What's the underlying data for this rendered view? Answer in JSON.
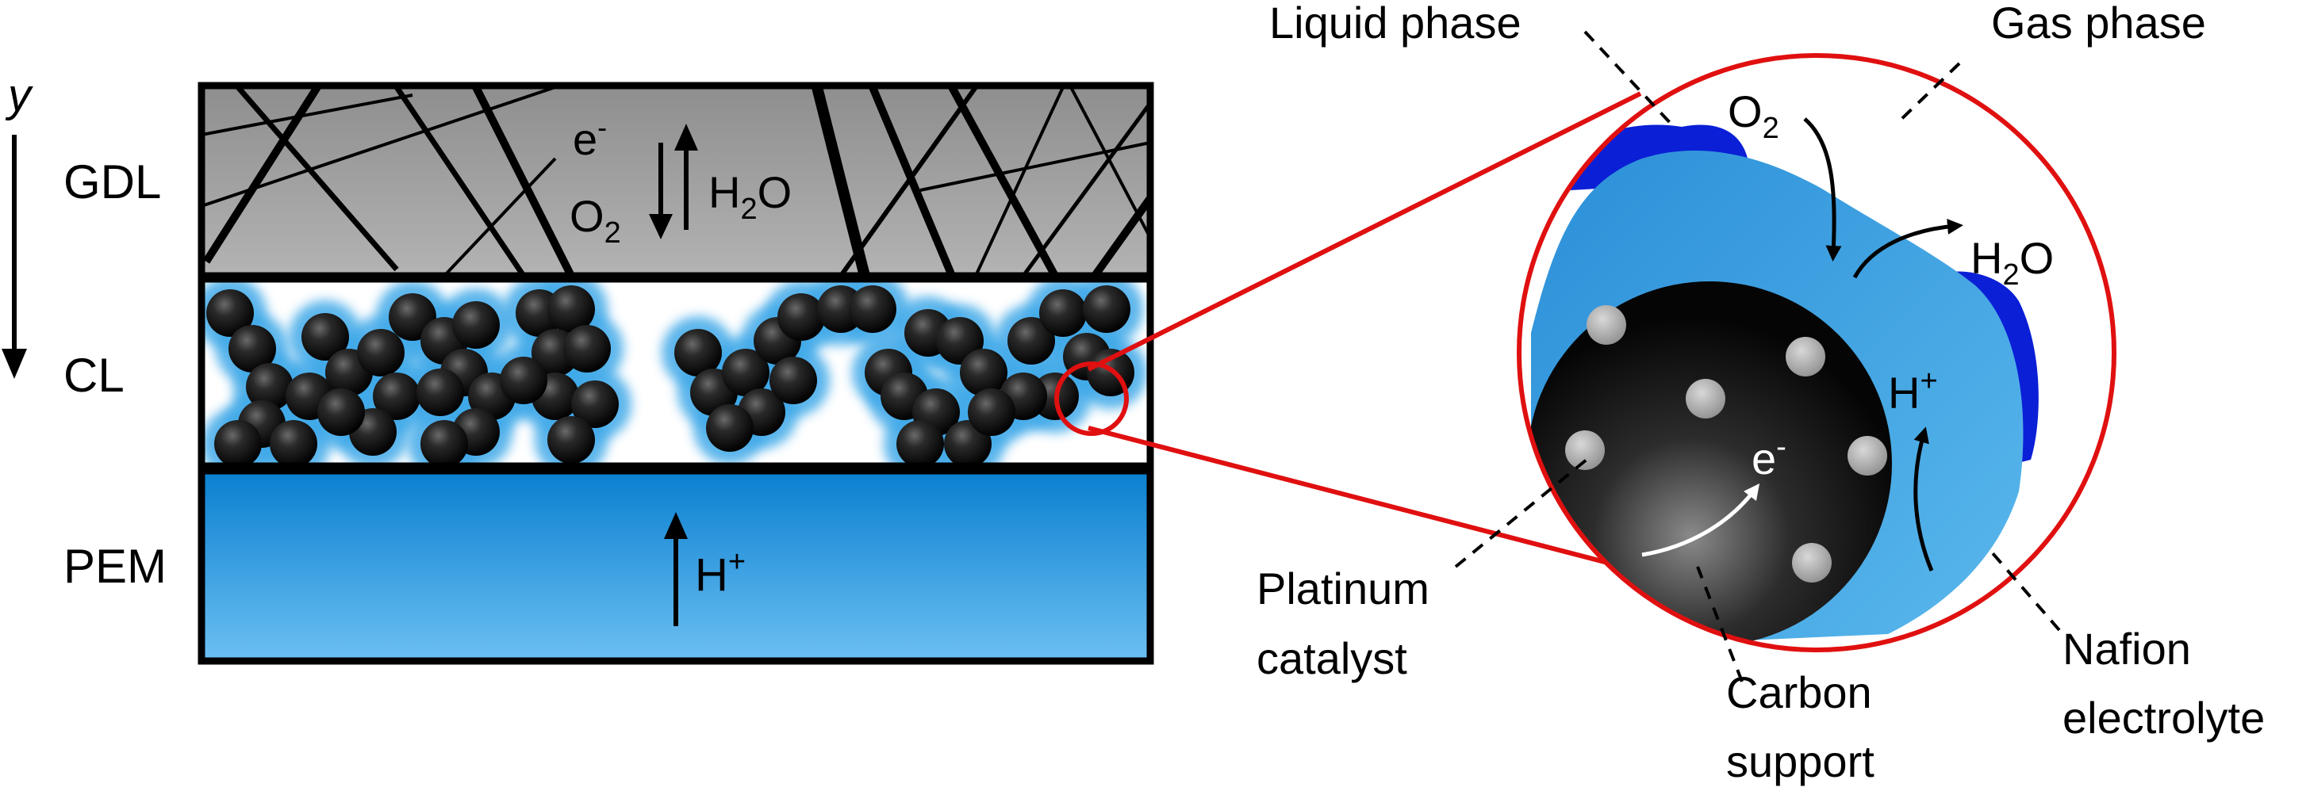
{
  "axis": {
    "label": "y"
  },
  "layers": {
    "gdl": "GDL",
    "cl": "CL",
    "pem": "PEM"
  },
  "gdl_transport": {
    "electron": "e",
    "electron_sup": "-",
    "oxygen": "O",
    "oxygen_sub": "2",
    "water": "H",
    "water_sub": "2",
    "water_tail": "O"
  },
  "pem_transport": {
    "proton": "H",
    "proton_sup": "+"
  },
  "zoom": {
    "liquid_phase": "Liquid phase",
    "gas_phase": "Gas phase",
    "o2": "O",
    "o2_sub": "2",
    "h2o_h": "H",
    "h2o_sub": "2",
    "h2o_o": "O",
    "h_plus": "H",
    "h_plus_sup": "+",
    "e_minus": "e",
    "e_minus_sup": "-",
    "platinum_1": "Platinum",
    "platinum_2": "catalyst",
    "carbon_1": "Carbon",
    "carbon_2": "support",
    "nafion_1": "Nafion",
    "nafion_2": "electrolyte"
  },
  "colors": {
    "gdl_fill": "#a6a6a6",
    "pem_fill": "#1a8fd6",
    "ionomer": "#3fa9e8",
    "liquid_water": "#0b1fd6",
    "carbon": "#111111",
    "platinum": "#a9a9a9",
    "zoom_border": "#e01010"
  }
}
